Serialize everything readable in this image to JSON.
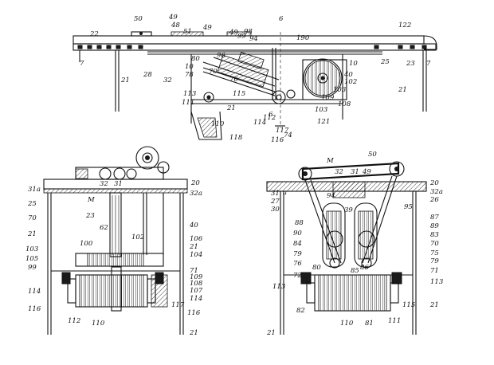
{
  "figure_top": {
    "labels": [
      "122",
      "50",
      "49",
      "48",
      "51",
      "49",
      "49",
      "98",
      "99",
      "6",
      "190",
      "22",
      "7",
      "28",
      "32",
      "10",
      "80",
      "78",
      "96",
      "94",
      "70",
      "76",
      "40",
      "10",
      "102",
      "103",
      "109",
      "108",
      "103",
      "25",
      "23",
      "7",
      "21",
      "21",
      "113",
      "115",
      "111",
      "21",
      "112",
      "114",
      "110",
      "118",
      "116",
      "117",
      "74",
      "6",
      "121"
    ]
  },
  "figure_bottom_left": {
    "labels": [
      "31a",
      "25",
      "70",
      "21",
      "103",
      "105",
      "99",
      "114",
      "116",
      "112",
      "110",
      "M",
      "23",
      "62",
      "100",
      "102",
      "32",
      "31",
      "20",
      "32a",
      "40",
      "106",
      "21",
      "104",
      "71",
      "108",
      "109",
      "107",
      "114",
      "117",
      "116",
      "21"
    ]
  },
  "figure_bottom_right": {
    "labels": [
      "M",
      "50",
      "32",
      "31",
      "49",
      "20",
      "32a",
      "26",
      "31",
      "a",
      "27",
      "30",
      "94",
      "95",
      "88",
      "90",
      "84",
      "79",
      "76",
      "72",
      "113",
      "82",
      "110",
      "81",
      "111",
      "87",
      "89",
      "83",
      "70",
      "75",
      "79",
      "71",
      "113",
      "115",
      "21",
      "85",
      "86",
      "39",
      "80",
      "21"
    ]
  }
}
